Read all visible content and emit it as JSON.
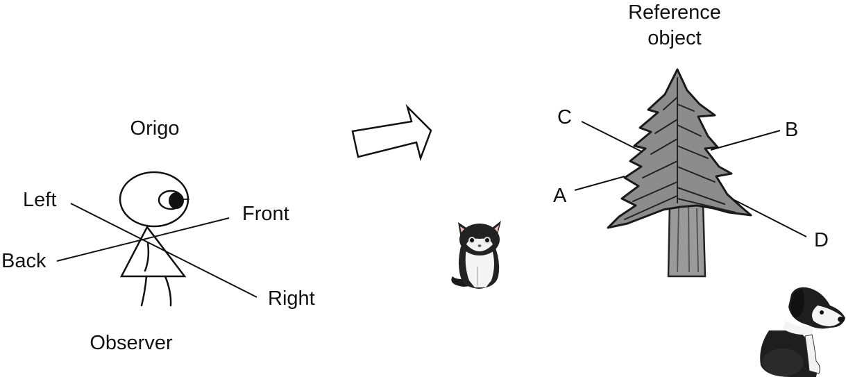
{
  "left_panel": {
    "top_label": "Origo",
    "bottom_label": "Observer",
    "axis_labels": {
      "left": "Left",
      "front": "Front",
      "back": "Back",
      "right": "Right"
    }
  },
  "right_panel": {
    "title_line1": "Reference",
    "title_line2": "object",
    "point_labels": {
      "a": "A",
      "b": "B",
      "c": "C",
      "d": "D"
    }
  },
  "icons": {
    "observer": "stick-figure-icon",
    "arrow": "right-arrow-icon",
    "cat": "cat-icon",
    "tree": "tree-icon",
    "dog": "dog-icon"
  },
  "colors": {
    "ink": "#111111",
    "tree_fill": "#8c8c8c",
    "trunk_fill": "#9a9a9a"
  }
}
